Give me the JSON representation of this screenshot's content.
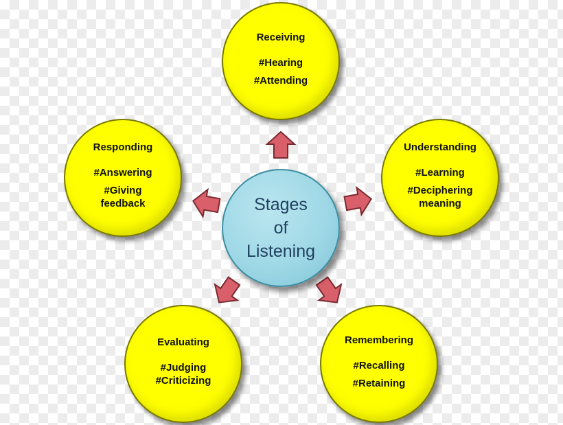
{
  "center": {
    "lines": [
      "Stages",
      "of",
      "Listening"
    ]
  },
  "stages": [
    {
      "title": "Receiving",
      "items": [
        "#Hearing",
        "#Attending"
      ]
    },
    {
      "title": "Understanding",
      "items": [
        "#Learning",
        "#Deciphering\nmeaning"
      ]
    },
    {
      "title": "Remembering",
      "items": [
        "#Recalling",
        "#Retaining"
      ]
    },
    {
      "title": "Evaluating",
      "items": [
        "#Judging\n#Criticizing"
      ]
    },
    {
      "title": "Responding",
      "items": [
        "#Answering",
        "#Giving\nfeedback"
      ]
    }
  ],
  "colors": {
    "stage_fill": "#ffff00",
    "center_fill": "#9fd8e6",
    "arrow_fill": "#d9606a"
  }
}
